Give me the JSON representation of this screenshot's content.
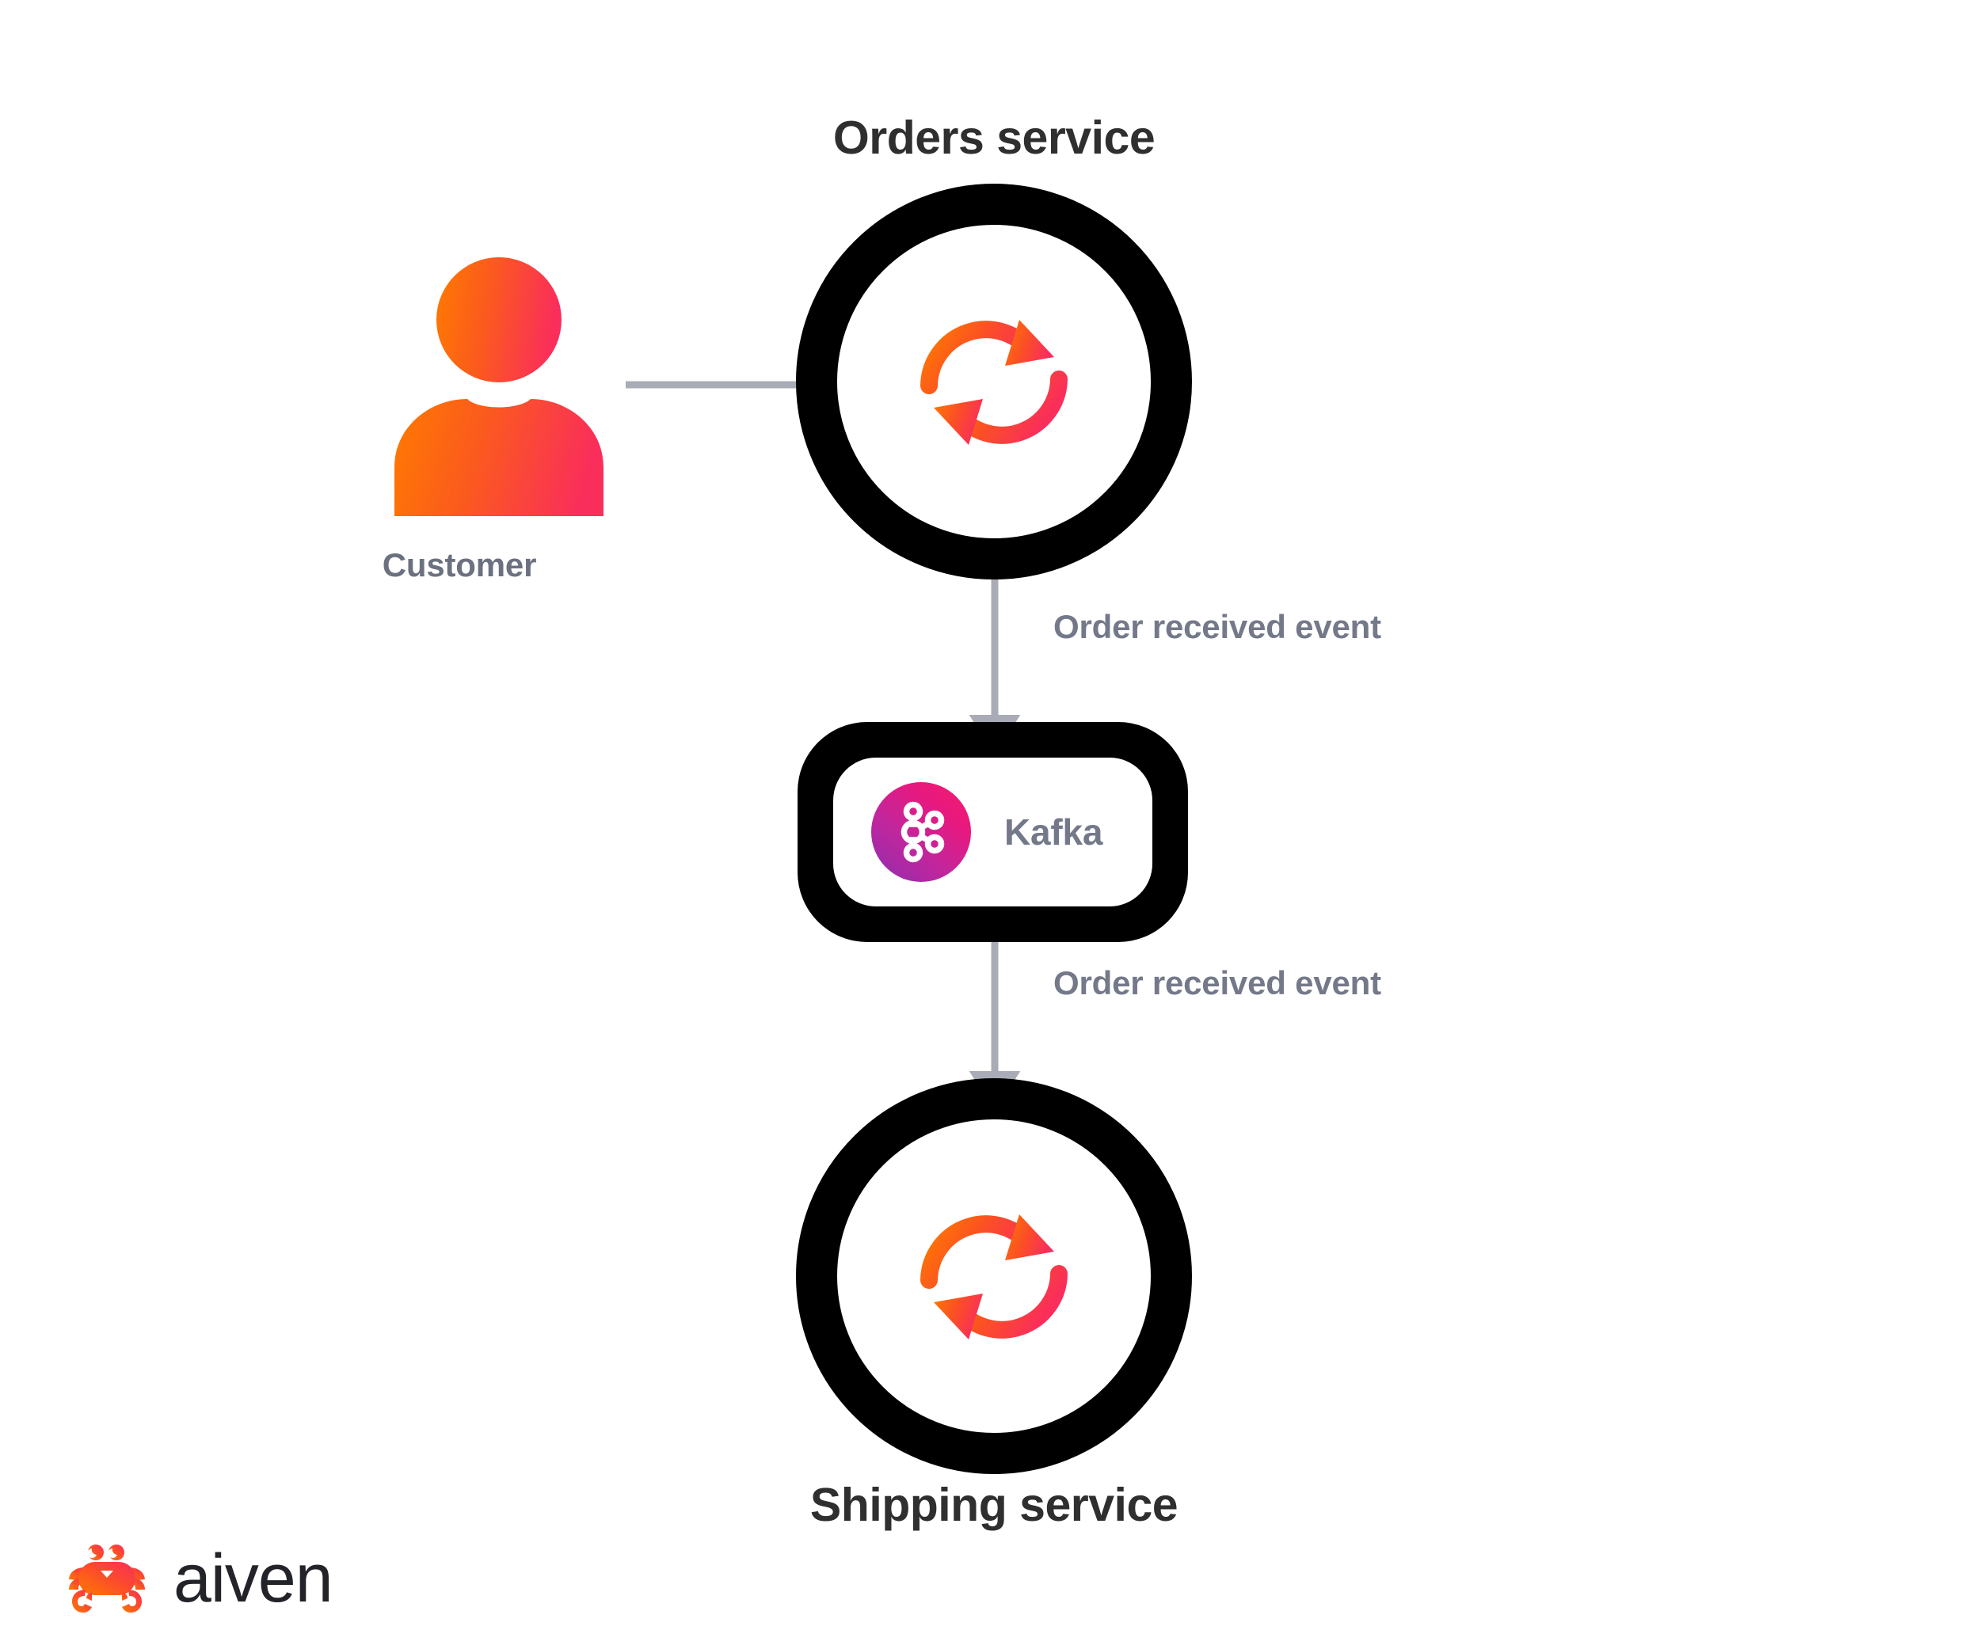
{
  "diagram": {
    "title_orders": "Orders service",
    "title_shipping": "Shipping service",
    "customer_label": "Customer",
    "kafka_label": "Kafka",
    "edge_label_1": "Order received event",
    "edge_label_2": "Order received event"
  },
  "brand": {
    "wordmark": "aiven"
  },
  "colors": {
    "background": "#FFFFFF",
    "node_border": "#000000",
    "title_text": "#2F2F2F",
    "label_text": "#74798A",
    "customer_label_text": "#6C7180",
    "arrow": "#A9ACB6",
    "gradient_orange": "#FF7A00",
    "gradient_red": "#FA2E5A",
    "kafka_purple": "#8E2DB0",
    "kafka_magenta": "#F41A6B",
    "wordmark": "#23242A"
  },
  "icons": {
    "customer": "person-icon",
    "orders_service": "sync-icon",
    "shipping_service": "sync-icon",
    "kafka": "kafka-logo-icon",
    "brand": "crab-icon"
  }
}
